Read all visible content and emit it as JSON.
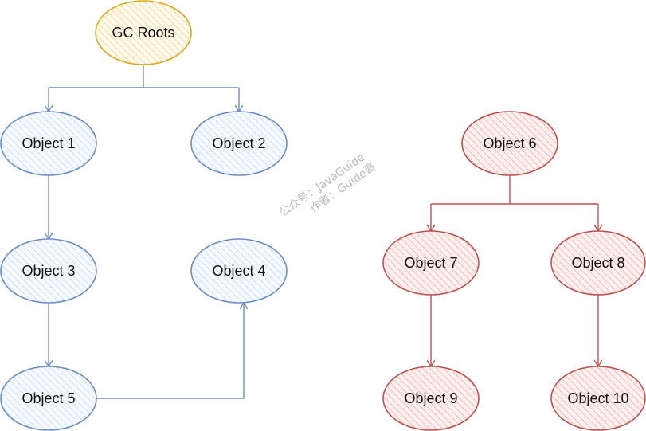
{
  "nodes": {
    "gc_roots": "GC Roots",
    "object_1": "Object 1",
    "object_2": "Object 2",
    "object_3": "Object 3",
    "object_4": "Object 4",
    "object_5": "Object 5",
    "object_6": "Object 6",
    "object_7": "Object 7",
    "object_8": "Object 8",
    "object_9": "Object 9",
    "object_10": "Object 10"
  },
  "watermark": {
    "line1": "公众号：JavaGuide",
    "line2": "作者：Guide哥"
  },
  "colors": {
    "root_stroke": "#d9a722",
    "root_fill": "#fde7b5",
    "reachable_stroke": "#6c8ebf",
    "reachable_fill": "#dae8fc",
    "unreachable_stroke": "#b85450",
    "unreachable_fill": "#f8cecc"
  }
}
